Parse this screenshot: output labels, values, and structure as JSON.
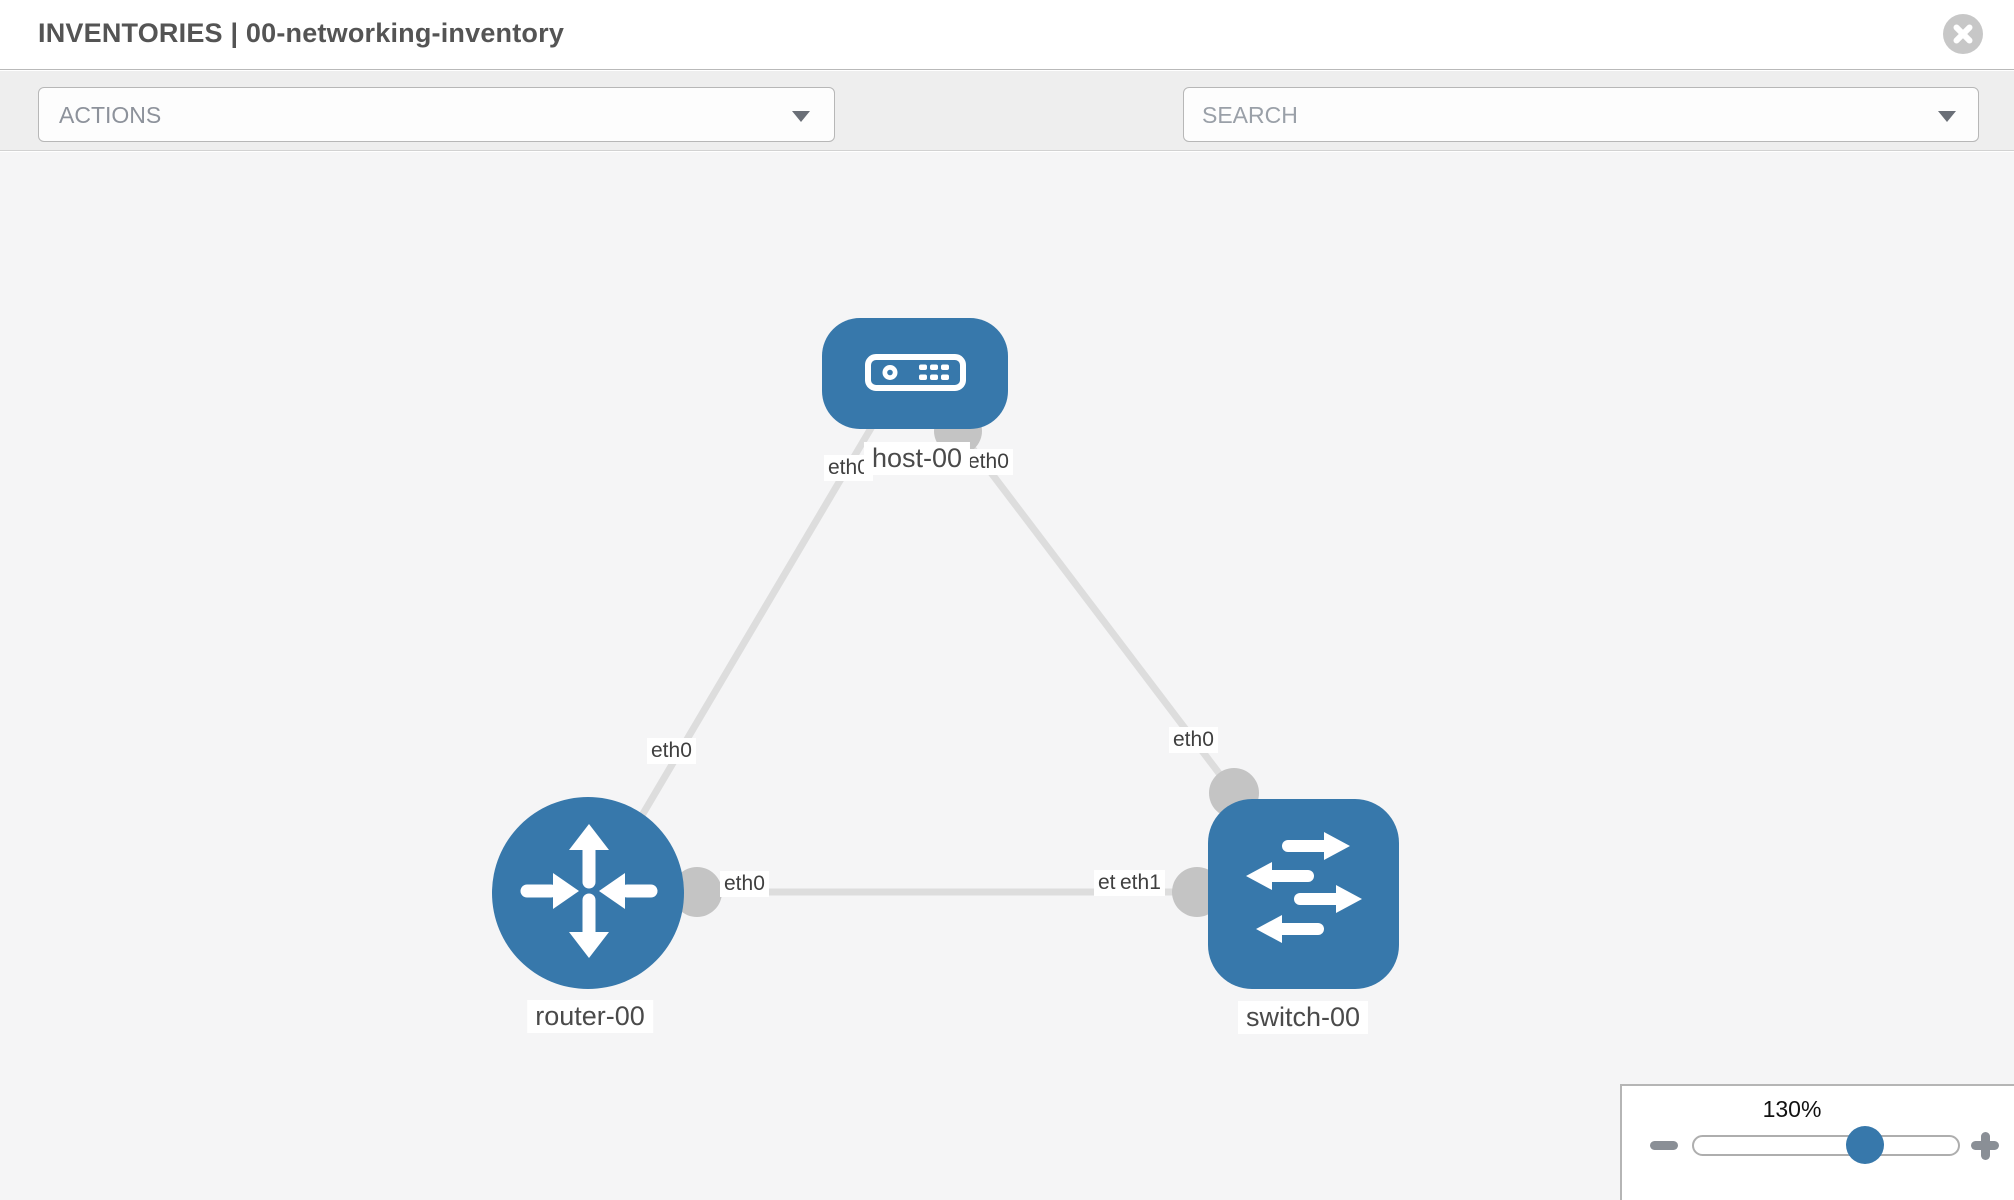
{
  "header": {
    "title": "INVENTORIES | 00-networking-inventory"
  },
  "toolbar": {
    "actions_label": "ACTIONS",
    "search_label": "SEARCH",
    "icons": [
      "wrench-icon",
      "key-icon"
    ]
  },
  "topology": {
    "nodes": [
      {
        "label": "host-00",
        "type": "host"
      },
      {
        "label": "router-00",
        "type": "router"
      },
      {
        "label": "switch-00",
        "type": "switch"
      }
    ],
    "links": [
      {
        "from": "host-00",
        "from_port": "eth0",
        "to": "router-00",
        "to_port": "eth0"
      },
      {
        "from": "host-00",
        "from_port": "eth0",
        "to": "switch-00",
        "to_port": "eth0"
      },
      {
        "from": "router-00",
        "from_port": "eth0",
        "to": "switch-00",
        "to_port": "eth1"
      }
    ],
    "port_labels": [
      "eth0",
      "eth0",
      "eth0",
      "eth0",
      "eth0",
      "eth0",
      "eth1"
    ]
  },
  "zoom_control": {
    "level": "130%"
  },
  "colors": {
    "node_blue": "#3778ab",
    "connector_gray": "#c4c4c4",
    "link_gray": "#dddddd",
    "canvas_bg": "#f5f5f6"
  }
}
